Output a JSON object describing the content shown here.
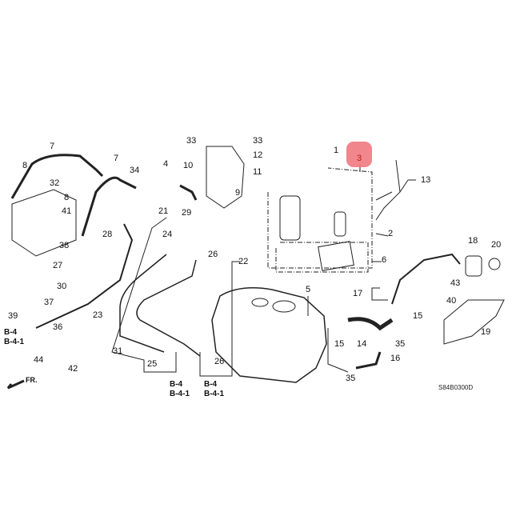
{
  "diagram": {
    "highlighted_part": "3",
    "highlight_color": "#f07a80",
    "diagram_code": "S84B0300D",
    "direction_label": "FR.",
    "callouts": [
      "7",
      "7",
      "8",
      "8",
      "32",
      "41",
      "38",
      "34",
      "4",
      "33",
      "10",
      "9",
      "29",
      "33",
      "12",
      "11",
      "1",
      "13",
      "2",
      "6",
      "21",
      "24",
      "28",
      "27",
      "26",
      "22",
      "30",
      "37",
      "39",
      "23",
      "36",
      "31",
      "44",
      "42",
      "25",
      "26",
      "5",
      "17",
      "43",
      "40",
      "15",
      "18",
      "20",
      "19",
      "15",
      "14",
      "35",
      "16",
      "35"
    ],
    "refs": [
      "B-4",
      "B-4-1",
      "B-4",
      "B-4-1",
      "B-4",
      "B-4-1"
    ]
  }
}
